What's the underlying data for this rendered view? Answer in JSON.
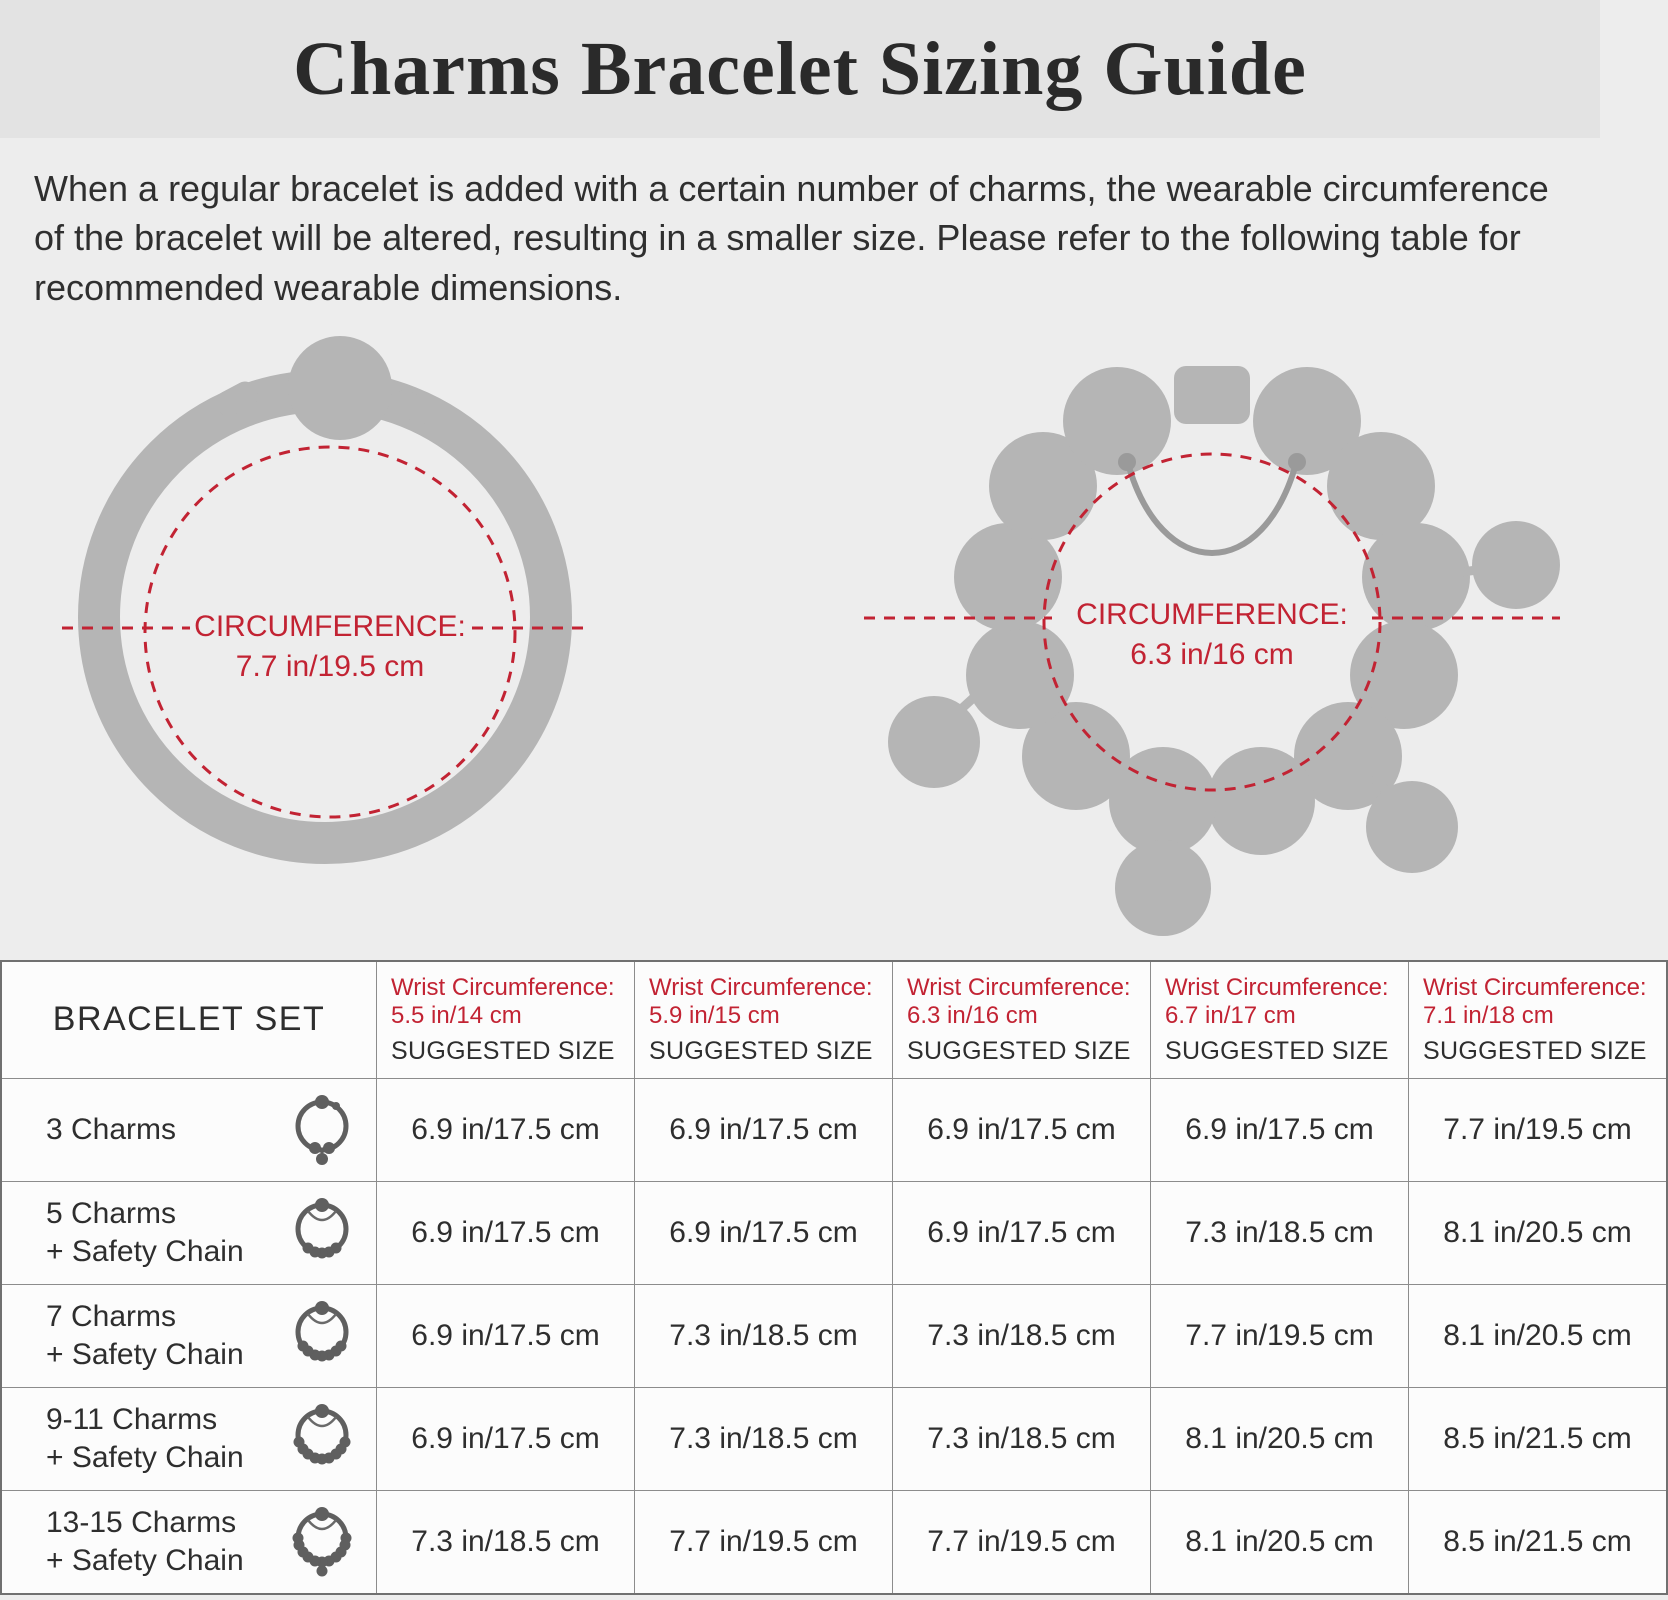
{
  "header": {
    "title": "Charms Bracelet Sizing Guide"
  },
  "description": "When a regular bracelet is added with a certain number of charms, the wearable circumference of the bracelet will be altered, resulting in a smaller size. Please refer to the following table for recommended wearable dimensions.",
  "colors": {
    "accent_red": "#c22333",
    "bracelet_gray": "#b5b5b5",
    "icon_gray": "#5f5f5f",
    "page_background": "#ededed",
    "title_band_background": "#e3e3e3",
    "table_background": "#fcfcfc"
  },
  "icons": {
    "left_diagram": "plain-bracelet-ring-icon",
    "right_diagram": "charm-bracelet-with-safety-chain-icon",
    "row_icons": [
      "bracelet-3-charms-icon",
      "bracelet-5-charms-safety-chain-icon",
      "bracelet-7-charms-safety-chain-icon",
      "bracelet-9-11-charms-safety-chain-icon",
      "bracelet-13-15-charms-safety-chain-icon"
    ]
  },
  "diagrams": {
    "plain": {
      "label": "CIRCUMFERENCE:",
      "value": "7.7 in/19.5 cm"
    },
    "charm": {
      "label": "CIRCUMFERENCE:",
      "value": "6.3 in/16 cm"
    }
  },
  "table": {
    "first_header": "BRACELET SET",
    "column_prefix": "Wrist Circumference:",
    "suggested": "SUGGESTED SIZE",
    "columns": [
      "5.5 in/14 cm",
      "5.9 in/15 cm",
      "6.3 in/16 cm",
      "6.7 in/17 cm",
      "7.1 in/18 cm"
    ],
    "rows": [
      {
        "label": "3 Charms",
        "sublabel": "",
        "values": [
          "6.9 in/17.5 cm",
          "6.9 in/17.5 cm",
          "6.9 in/17.5 cm",
          "6.9 in/17.5 cm",
          "7.7 in/19.5 cm"
        ]
      },
      {
        "label": "5 Charms",
        "sublabel": "+ Safety Chain",
        "values": [
          "6.9 in/17.5 cm",
          "6.9 in/17.5 cm",
          "6.9 in/17.5 cm",
          "7.3 in/18.5 cm",
          "8.1 in/20.5 cm"
        ]
      },
      {
        "label": "7 Charms",
        "sublabel": "+ Safety Chain",
        "values": [
          "6.9 in/17.5 cm",
          "7.3 in/18.5 cm",
          "7.3 in/18.5 cm",
          "7.7 in/19.5 cm",
          "8.1 in/20.5 cm"
        ]
      },
      {
        "label": "9-11 Charms",
        "sublabel": "+ Safety Chain",
        "values": [
          "6.9 in/17.5 cm",
          "7.3 in/18.5 cm",
          "7.3 in/18.5 cm",
          "8.1 in/20.5 cm",
          "8.5 in/21.5 cm"
        ]
      },
      {
        "label": "13-15 Charms",
        "sublabel": "+ Safety Chain",
        "values": [
          "7.3 in/18.5 cm",
          "7.7 in/19.5 cm",
          "7.7 in/19.5 cm",
          "8.1 in/20.5 cm",
          "8.5 in/21.5 cm"
        ]
      }
    ]
  }
}
